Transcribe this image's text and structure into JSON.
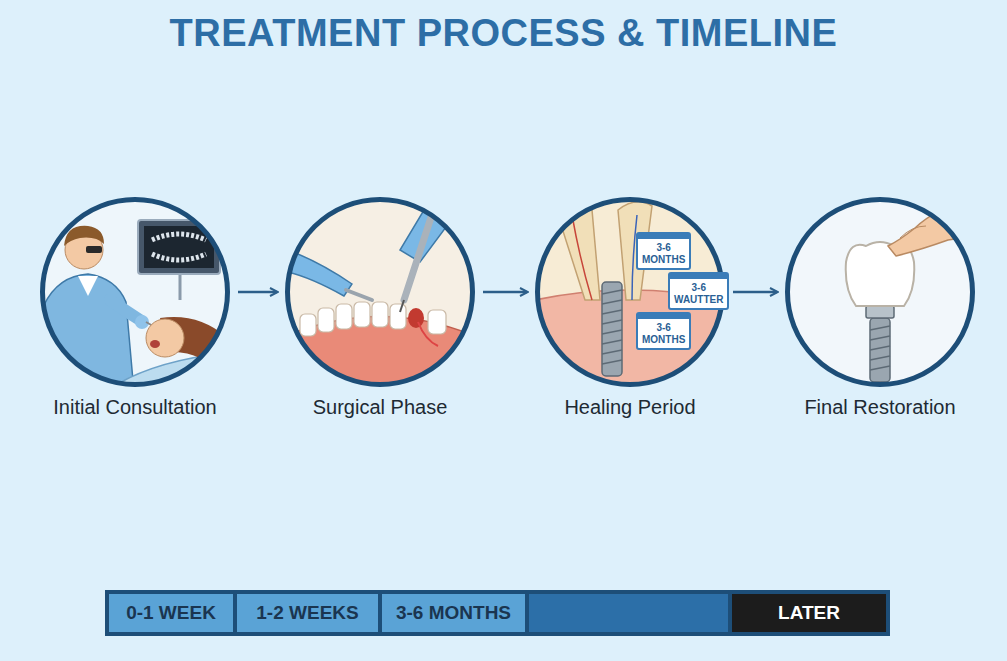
{
  "diagram": {
    "title": "TREATMENT PROCESS & TIMELINE",
    "nodes": [
      {
        "text": [
          "Initial Consultation"
        ]
      },
      {
        "text": [
          "Surgical Phase"
        ]
      },
      {
        "text": [
          "Healing Period"
        ]
      },
      {
        "text": [
          "3-6 MONTHS"
        ],
        "in": 2
      },
      {
        "text": [
          "3-6 WAUTTER"
        ],
        "in": 2
      },
      {
        "text": [
          "3-6 MONTHS"
        ],
        "in": 2
      },
      {
        "text": [
          "Final Restoration"
        ]
      },
      {
        "text": [
          "0-1 WEEK"
        ]
      },
      {
        "text": [
          "1-2 WEEKS"
        ]
      },
      {
        "text": [
          "3-6 MONTHS"
        ]
      },
      {
        "text": [
          "LATER"
        ]
      }
    ],
    "edges": [
      {
        "from": 0,
        "to": 1,
        "arrow": "to"
      },
      {
        "from": 1,
        "to": 2,
        "arrow": "to"
      },
      {
        "from": 2,
        "to": 6,
        "arrow": "to"
      }
    ]
  }
}
